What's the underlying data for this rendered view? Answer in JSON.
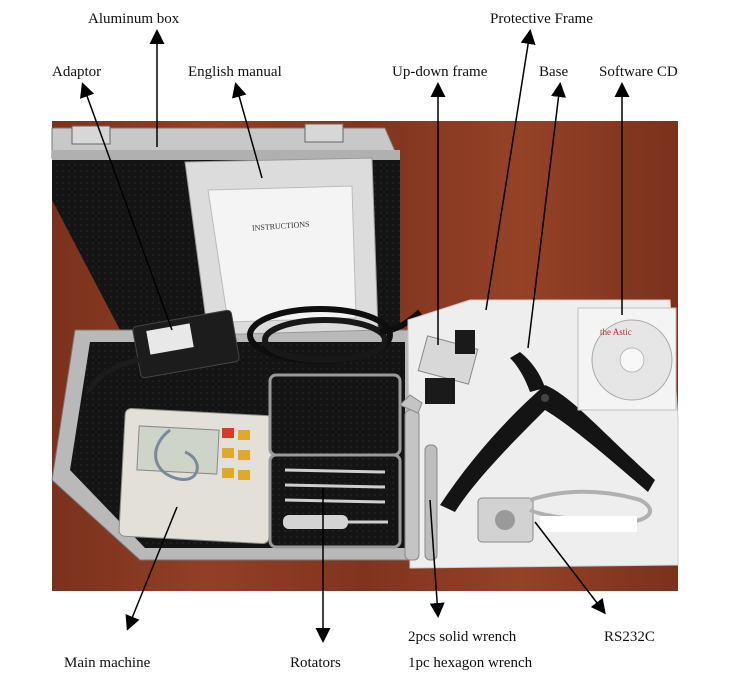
{
  "labels": {
    "aluminum_box": "Aluminum box",
    "protective_frame": "Protective Frame",
    "adaptor": "Adaptor",
    "english_manual": "English manual",
    "updown_frame": "Up-down frame",
    "base": "Base",
    "software_cd": "Software CD",
    "main_machine": "Main machine",
    "rotators": "Rotators",
    "solid_wrench": "2pcs solid wrench",
    "hexagon_wrench": "1pc hexagon wrench",
    "rs232c": "RS232C"
  },
  "manual_text": {
    "title": "INSTRUCTIONS"
  },
  "cd_text": {
    "brand": "the Astic"
  },
  "colors": {
    "wood": "#8a3a22",
    "foam": "#efefef",
    "case_lining": "#1a1a1a",
    "metal": "#c9c9c9",
    "arrow": "#000000"
  }
}
